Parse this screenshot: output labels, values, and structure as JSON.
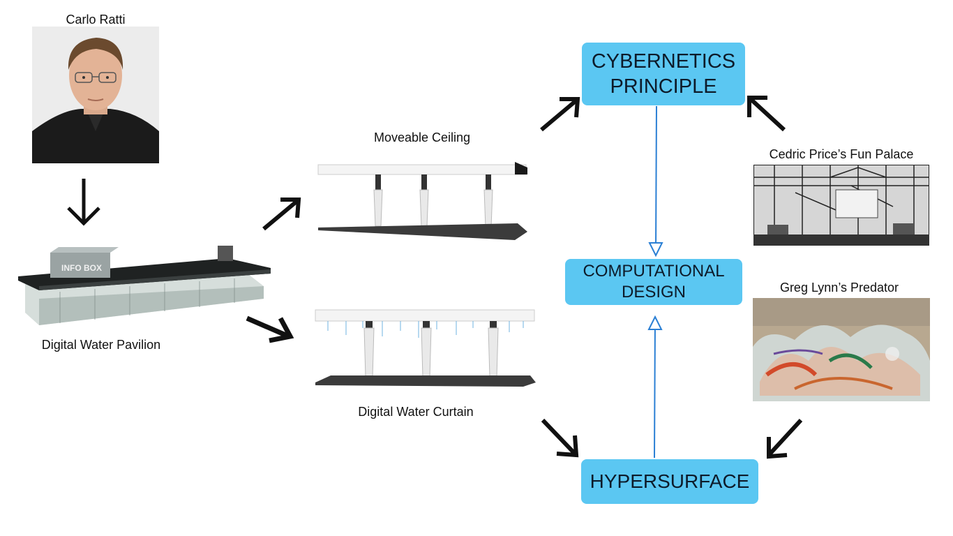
{
  "people": {
    "carlo_ratti": {
      "label": "Carlo Ratti"
    }
  },
  "projects": {
    "digital_water_pavilion": {
      "label": "Digital Water Pavilion",
      "sign": "INFO BOX"
    },
    "moveable_ceiling": {
      "label": "Moveable Ceiling"
    },
    "digital_water_curtain": {
      "label": "Digital Water Curtain"
    }
  },
  "concepts": {
    "cybernetics": {
      "line1": "CYBERNETICS",
      "line2": "PRINCIPLE"
    },
    "computational": {
      "line1": "COMPUTATIONAL",
      "line2": "DESIGN"
    },
    "hypersurface": {
      "line1": "HYPERSURFACE"
    }
  },
  "references": {
    "fun_palace": {
      "label": "Cedric Price’s Fun Palace"
    },
    "predator": {
      "label": "Greg Lynn’s Predator"
    }
  },
  "colors": {
    "box": "#5bc7f2",
    "connector": "#2a7fd4",
    "arrow": "#111111"
  }
}
